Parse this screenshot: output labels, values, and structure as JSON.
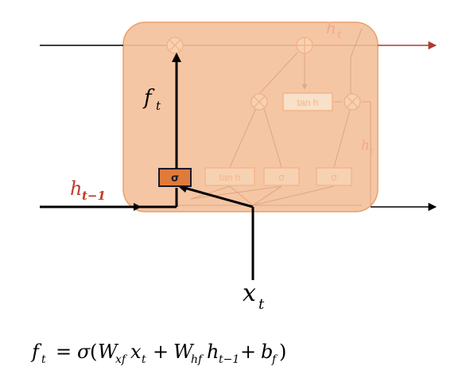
{
  "colors": {
    "cell_fill": "#f5c6a3",
    "cell_stroke": "#e8a06d",
    "active_gate_fill": "#e07a3a",
    "active_gate_stroke": "#1a1a2e",
    "faded_gate_fill": "#f7d2b2",
    "faded_gate_stroke": "#f2b48a",
    "faded_text": "#f5b58a",
    "faded_line": "#dfa888",
    "h_label_color": "#c0392b",
    "output_arrow_color": "#b03a2e",
    "main_line_color": "#000000"
  },
  "labels": {
    "forget_gate_output": "f",
    "forget_gate_output_sub": "t",
    "prev_hidden": "h",
    "prev_hidden_sub": "t−1",
    "input": "x",
    "input_sub": "t",
    "hidden_top": "h",
    "hidden_top_sub": "t",
    "hidden_right": "h",
    "hidden_right_sub": "t"
  },
  "gates": {
    "active": "σ",
    "faded": [
      "tan h",
      "σ",
      "σ"
    ],
    "cell_tanh": "tan h"
  },
  "operators": {
    "multiply": "⊗",
    "add": "⊕"
  },
  "equation": {
    "lhs": "f",
    "lhs_sub": "t",
    "eq": "=",
    "sigma": "σ",
    "open": "(",
    "w1": "W",
    "w1_sub": "xf",
    "x": "x",
    "x_sub": "t",
    "plus1": "+",
    "w2": "W",
    "w2_sub": "hf",
    "h": "h",
    "h_sub": "t−1",
    "plus2": "+",
    "b": "b",
    "b_sub": "f",
    "close": ")"
  }
}
